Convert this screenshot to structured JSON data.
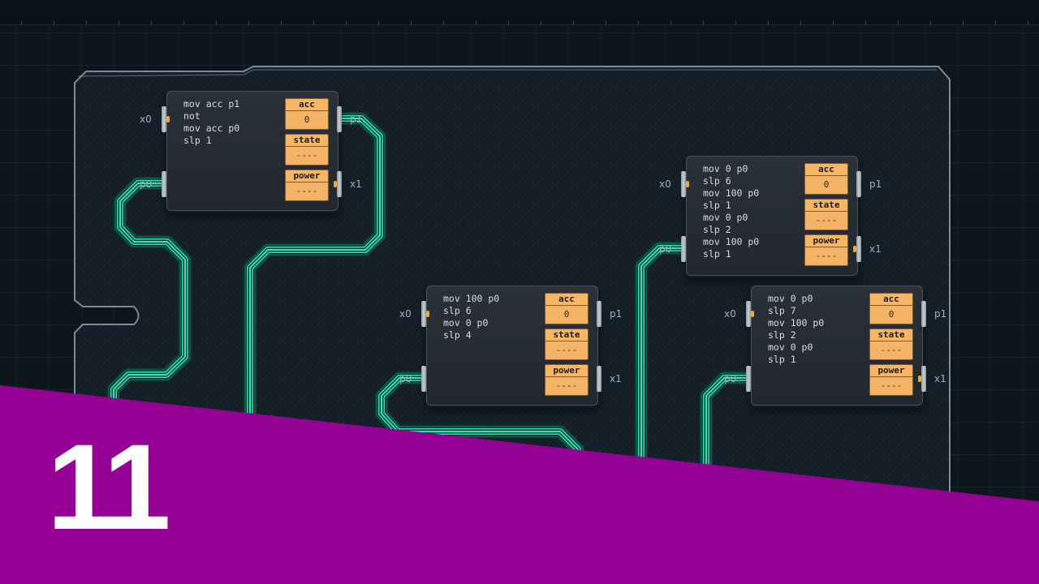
{
  "episode": {
    "number": "11"
  },
  "colors": {
    "trace": "#2ee6b8",
    "register": "#f5b766",
    "band": "#940094"
  },
  "chips": [
    {
      "id": "chip-a",
      "code": [
        "mov acc p1",
        "not",
        "mov acc p0",
        "slp 1"
      ],
      "registers": [
        {
          "label": "acc",
          "value": "0"
        },
        {
          "label": "state",
          "value": "----"
        },
        {
          "label": "power",
          "value": "----"
        }
      ],
      "pins": {
        "x0": "x0",
        "p0": "p0",
        "p1": "p1",
        "x1": "x1"
      }
    },
    {
      "id": "chip-b",
      "code": [
        "mov 0 p0",
        "slp 6",
        "mov 100 p0",
        "slp 1",
        "mov 0 p0",
        "slp 2",
        "mov 100 p0",
        "slp 1"
      ],
      "registers": [
        {
          "label": "acc",
          "value": "0"
        },
        {
          "label": "state",
          "value": "----"
        },
        {
          "label": "power",
          "value": "----"
        }
      ],
      "pins": {
        "x0": "x0",
        "p0": "p0",
        "p1": "p1",
        "x1": "x1"
      }
    },
    {
      "id": "chip-c",
      "code": [
        "mov 100 p0",
        "slp 6",
        "mov 0 p0",
        "slp 4"
      ],
      "registers": [
        {
          "label": "acc",
          "value": "0"
        },
        {
          "label": "state",
          "value": "----"
        },
        {
          "label": "power",
          "value": "----"
        }
      ],
      "pins": {
        "x0": "x0",
        "p0": "p0",
        "p1": "p1",
        "x1": "x1"
      }
    },
    {
      "id": "chip-d",
      "code": [
        "mov 0 p0",
        "slp 7",
        "mov 100 p0",
        "slp 2",
        "mov 0 p0",
        "slp 1"
      ],
      "registers": [
        {
          "label": "acc",
          "value": "0"
        },
        {
          "label": "state",
          "value": "----"
        },
        {
          "label": "power",
          "value": "----"
        }
      ],
      "pins": {
        "x0": "x0",
        "p0": "p0",
        "p1": "p1",
        "x1": "x1"
      }
    }
  ]
}
